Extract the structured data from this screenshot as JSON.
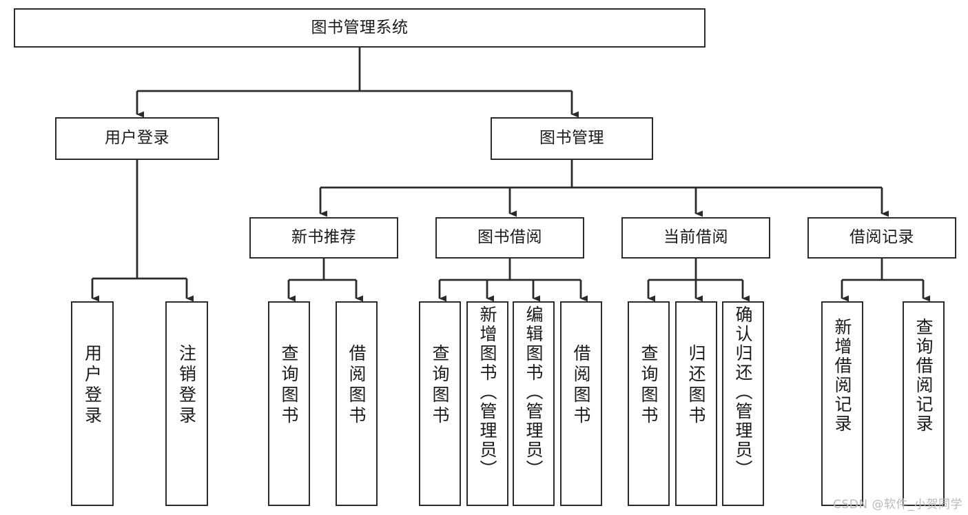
{
  "diagram": {
    "title": "图书管理系统",
    "type": "tree",
    "watermark": "CSDN @软件_小贺同学",
    "colors": {
      "stroke": "#2b2b2b",
      "fill": "#ffffff",
      "text": "#1a1a1a",
      "watermark": "#b9b9b9"
    },
    "nodes": {
      "root": {
        "label": "图书管理系统"
      },
      "level2": [
        {
          "label": "用户登录"
        },
        {
          "label": "图书管理"
        }
      ],
      "level3": [
        {
          "label": "新书推荐"
        },
        {
          "label": "图书借阅"
        },
        {
          "label": "当前借阅"
        },
        {
          "label": "借阅记录"
        }
      ],
      "leaves": [
        {
          "label": "用户登录"
        },
        {
          "label": "注销登录"
        },
        {
          "label": "查询图书"
        },
        {
          "label": "借阅图书"
        },
        {
          "label": "查询图书"
        },
        {
          "label": "新增图书（管理员）"
        },
        {
          "label": "编辑图书（管理员）"
        },
        {
          "label": "借阅图书"
        },
        {
          "label": "查询图书"
        },
        {
          "label": "归还图书"
        },
        {
          "label": "确认归还（管理员）"
        },
        {
          "label": "新增借阅记录"
        },
        {
          "label": "查询借阅记录"
        }
      ]
    }
  }
}
